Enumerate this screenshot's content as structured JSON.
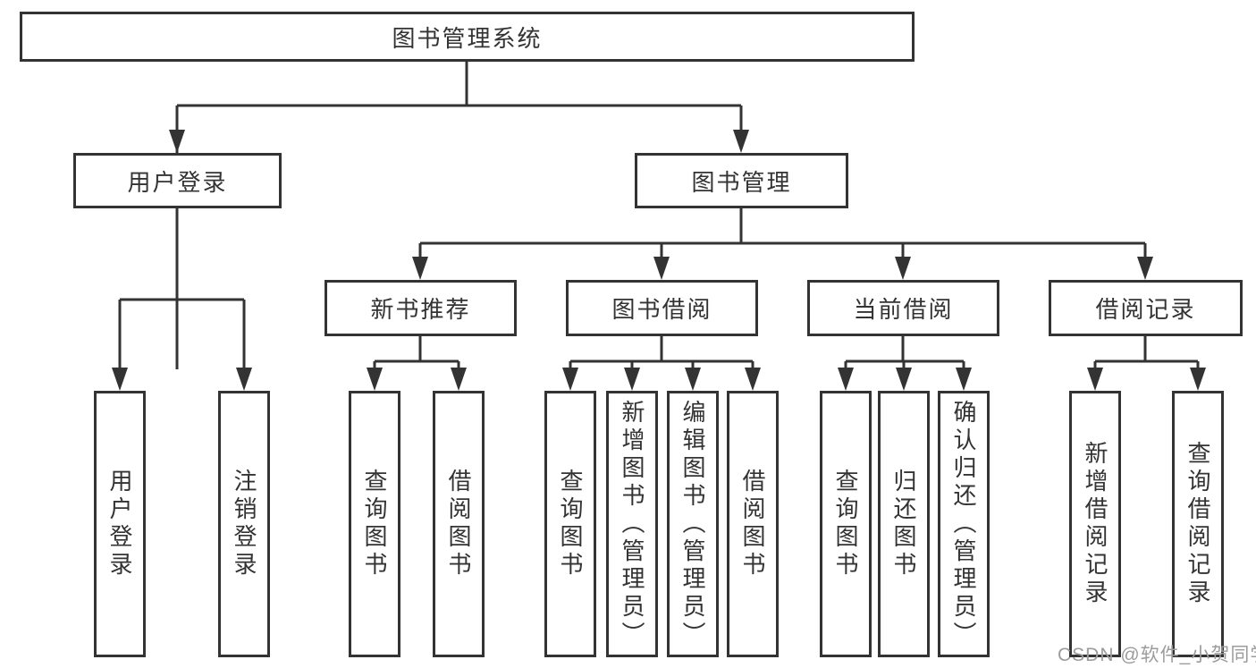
{
  "tree": {
    "root": {
      "label": "图书管理系统",
      "children": [
        {
          "label": "用户登录",
          "children": [
            {
              "label": "用户登录"
            },
            {
              "label": "注销登录"
            }
          ]
        },
        {
          "label": "图书管理",
          "children": [
            {
              "label": "新书推荐",
              "children": [
                {
                  "label": "查询图书"
                },
                {
                  "label": "借阅图书"
                }
              ]
            },
            {
              "label": "图书借阅",
              "children": [
                {
                  "label": "查询图书"
                },
                {
                  "label": "新增图书（管理员）"
                },
                {
                  "label": "编辑图书（管理员）"
                },
                {
                  "label": "借阅图书"
                }
              ]
            },
            {
              "label": "当前借阅",
              "children": [
                {
                  "label": "查询图书"
                },
                {
                  "label": "归还图书"
                },
                {
                  "label": "确认归还（管理员）"
                }
              ]
            },
            {
              "label": "借阅记录",
              "children": [
                {
                  "label": "新增借阅记录"
                },
                {
                  "label": "查询借阅记录"
                }
              ]
            }
          ]
        }
      ]
    }
  },
  "watermark": {
    "text": "CSDN @软件_小贺同学"
  },
  "colors": {
    "line": "#333333",
    "text": "#333333",
    "box_background": "#ffffff",
    "watermark_text": "#9c9c9c",
    "page_background": "#ffffff"
  }
}
